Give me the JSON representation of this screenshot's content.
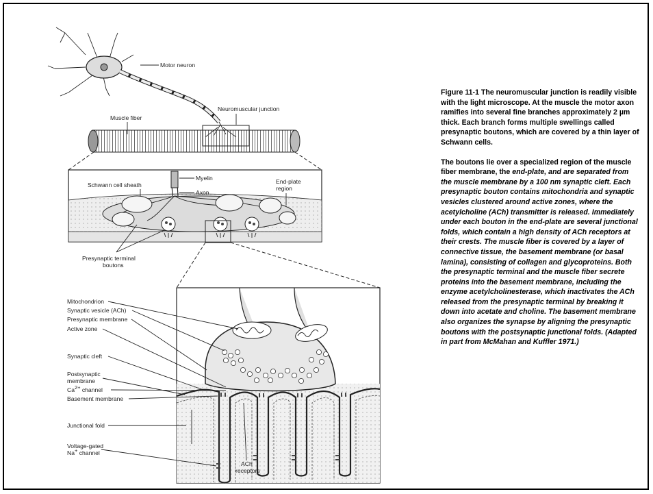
{
  "figure": {
    "labels": {
      "motor_neuron": "Motor neuron",
      "muscle_fiber": "Muscle fiber",
      "nmj": "Neuromuscular junction",
      "myelin": "Myelin",
      "axon": "Axon",
      "schwann": "Schwann cell sheath",
      "endplate_1": "End-plate",
      "endplate_2": "region",
      "presyn_term_1": "Presynaptic terminal",
      "presyn_term_2": "boutons",
      "mitochondrion": "Mitochondrion",
      "synaptic_vesicle": "Synaptic vesicle (ACh)",
      "presyn_membrane": "Presynaptic membrane",
      "active_zone": "Active zone",
      "synaptic_cleft": "Synaptic cleft",
      "postsyn_1": "Postsynaptic",
      "postsyn_2": "membrane",
      "ca_channel_pre": "Ca",
      "ca_channel_sup": "2+",
      "ca_channel_post": " channel",
      "basement": "Basement membrane",
      "junctional_fold": "Junctional fold",
      "na_1": "Voltage-gated",
      "na_2_pre": "Na",
      "na_2_sup": "+",
      "na_2_post": " channel",
      "ach_1": "ACh",
      "ach_2": "receptors"
    }
  },
  "caption": {
    "para1": "Figure 11-1 The neuromuscular junction is readily visible with the light microscope. At the muscle the motor axon ramifies into several fine branches approximately 2 µm thick. Each branch forms multiple swellings called presynaptic boutons, which are covered by a thin layer of Schwann cells.",
    "para2_lead": "The boutons lie over a specialized region of the muscle fiber membrane, the ",
    "para2_em": "end-plate, and are separated from the muscle membrane by a 100 nm synaptic cleft. Each presynaptic bouton contains mitochondria and synaptic vesicles clustered around active zones, where the acetylcholine (ACh) transmitter is released. Immediately under each bouton in the end-plate are several junctional folds, which contain a high density of ACh receptors at their crests. The muscle fiber is covered by a layer of connective tissue, the basement membrane (or basal lamina), consisting of collagen and glycoproteins. Both the presynaptic terminal and the muscle fiber secrete proteins into the basement membrane, including the enzyme acetylcholinesterase, which inactivates the ACh released from the presynaptic terminal by breaking it down into acetate and choline. The basement membrane also organizes the synapse by aligning the presynaptic boutons with the postsynaptic junctional folds. (Adapted in part from McMahan and Kuffler 1971.)"
  }
}
